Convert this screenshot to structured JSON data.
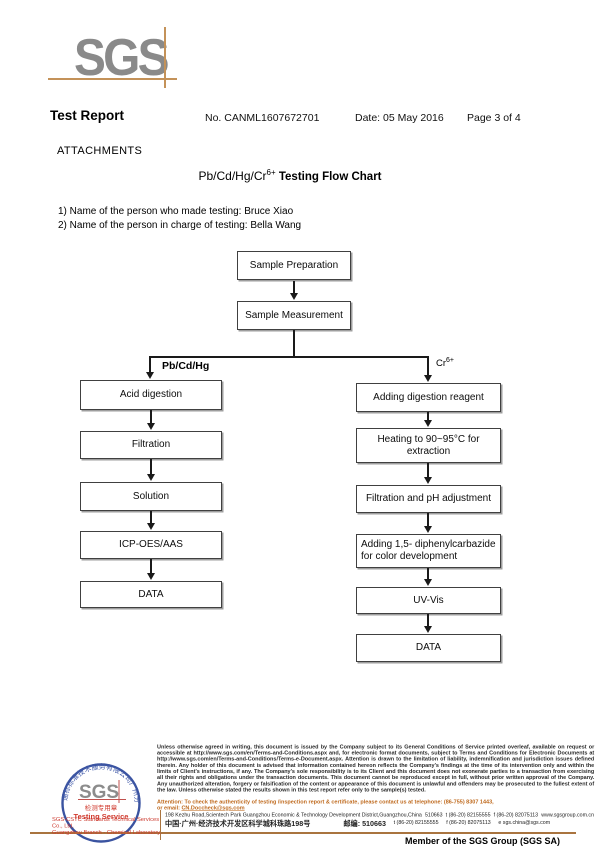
{
  "header": {
    "logo_text": "SGS",
    "title": "Test Report",
    "report_no": "No. CANML1607672701",
    "date": "Date: 05 May 2016",
    "page": "Page 3 of 4"
  },
  "attachments": {
    "label": "ATTACHMENTS",
    "chart_title_base": "Pb/Cd/Hg/Cr",
    "chart_title_sup": "6+",
    "chart_title_rest": " Testing Flow Chart",
    "note1": "1) Name of the person who made testing:  Bruce Xiao",
    "note2": "2) Name of the person in charge of testing:  Bella Wang"
  },
  "flowchart": {
    "top_nodes": {
      "sample_preparation": "Sample Preparation",
      "sample_measurement": "Sample Measurement"
    },
    "left_branch": {
      "label": "Pb/Cd/Hg",
      "steps": [
        "Acid digestion",
        "Filtration",
        "Solution",
        "ICP-OES/AAS",
        "DATA"
      ]
    },
    "right_branch": {
      "label_base": "Cr",
      "label_sup": "6+",
      "steps": [
        [
          "Adding digestion reagent"
        ],
        [
          "Heating to 90~95°C for",
          "extraction"
        ],
        [
          "Filtration and pH adjustment"
        ],
        [
          "Adding 1,5- diphenylcarbazide",
          "for color development"
        ],
        [
          "UV-Vis"
        ],
        [
          "DATA"
        ]
      ]
    }
  },
  "footer": {
    "stamp": {
      "ring_text": "通标标准技术服务有限公司广州分公司",
      "logo_text": "SGS",
      "cn_label": "检测专用章",
      "en_label": "Testing Service"
    },
    "company_line1": "SGS-CSTC Standards Technical Services Co., Ltd.",
    "company_line2": "Guangzhou Branch - Chemical Laboratory.",
    "legal": "Unless otherwise agreed in writing, this document is issued by the Company subject to its General Conditions of Service printed overleaf, available on request or accessible at http://www.sgs.com/en/Terms-and-Conditions.aspx and, for electronic format documents, subject to Terms and Conditions for Electronic Documents at http://www.sgs.com/en/Terms-and-Conditions/Terms-e-Document.aspx. Attention is drawn to the limitation of liability, indemnification and jurisdiction issues defined therein. Any holder of this document is advised that information contained hereon reflects the Company's findings at the time of its intervention only and within the limits of Client's instructions, if any. The Company's sole responsibility is to its Client and this document does not exonerate parties to a transaction from exercising all their rights and obligations under the transaction documents. This document cannot be reproduced except in full, without prior written approval of the Company. Any unauthorized alteration, forgery or falsification of the content or appearance of this document is unlawful and offenders may be prosecuted to the fullest extent of the law. Unless otherwise stated the results shown in this test report refer only to the sample(s) tested.",
    "attention_line1": "Attention: To check the authenticity of testing /inspection report & certificate, please contact us at telephone: (86-755) 8307 1443,",
    "attention_line2_prefix": "or email: ",
    "attention_email": "CN.Doccheck@sgs.com",
    "address_en": "198 Kezhu Road,Scientech Park Guangzhou Economic & Technology Development District,Guangzhou,China",
    "address_en_post": "510663",
    "address_tel": "t (86-20) 82155555",
    "address_fax": "f (86-20) 82075113",
    "address_web": "www.sgsgroup.com.cn",
    "address_cn": "中国·广州·经济技术开发区科学城科珠路198号",
    "address_cn_post_label": "邮编: 510663",
    "address_email": "e sgs.china@sgs.com",
    "member": "Member of the SGS Group (SGS SA)"
  }
}
